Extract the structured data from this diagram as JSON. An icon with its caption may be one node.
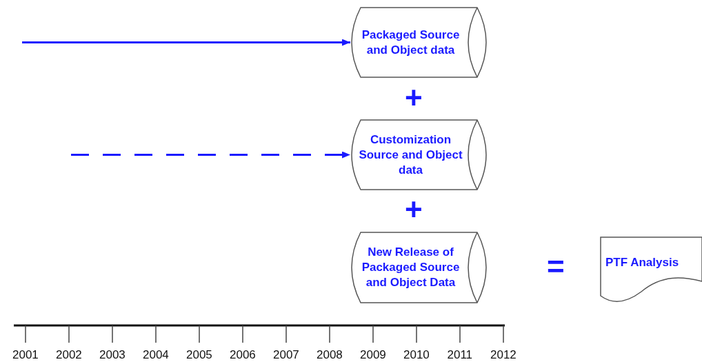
{
  "diagram": {
    "nodes": [
      {
        "text": [
          "Packaged Source and Object data"
        ]
      },
      {
        "text": [
          "Customization Source and Object data"
        ]
      },
      {
        "text": [
          "New Release of Packaged Source and Object Data"
        ]
      },
      {
        "text": [
          "PTF Analysis"
        ]
      }
    ],
    "edges": [
      {
        "from": null,
        "to": 0,
        "arrow": "to"
      },
      {
        "from": null,
        "to": 1,
        "arrow": "to",
        "style": "dashed"
      }
    ],
    "labels": [
      "+",
      "+",
      "=",
      "2001",
      "2002",
      "2003",
      "2004",
      "2005",
      "2006",
      "2007",
      "2008",
      "2009",
      "2010",
      "2011",
      "2012"
    ]
  }
}
